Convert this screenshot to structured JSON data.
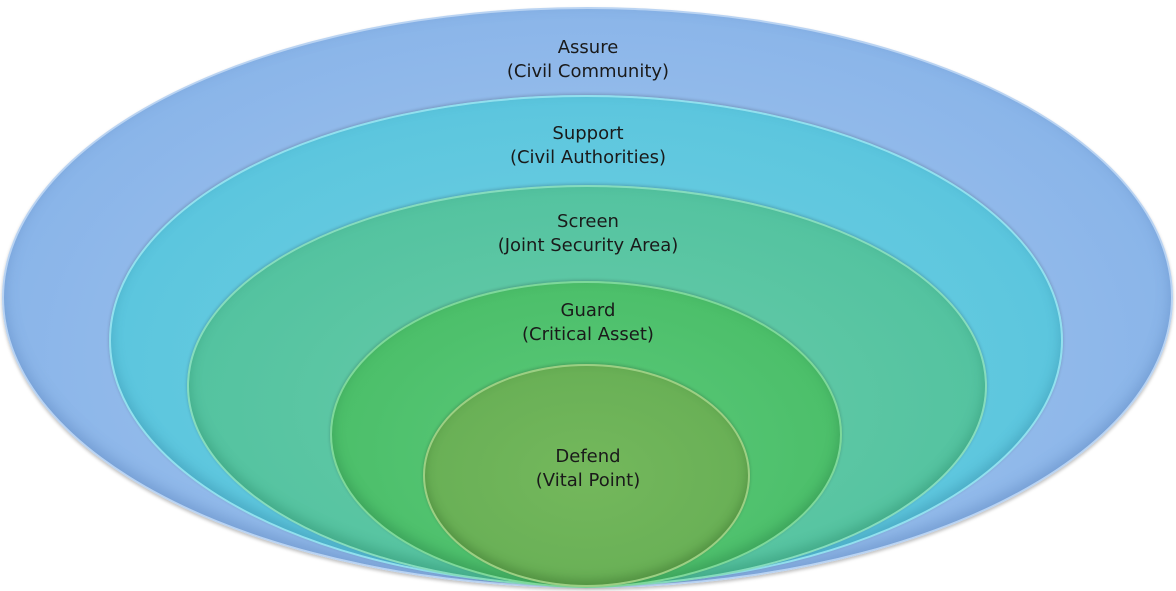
{
  "rings": [
    {
      "title": "Assure",
      "subtitle": "(Civil Community)",
      "color": "#8fb8ea"
    },
    {
      "title": "Support",
      "subtitle": "(Civil Authorities)",
      "color": "#5cc6de"
    },
    {
      "title": "Screen",
      "subtitle": "(Joint Security Area)",
      "color": "#54c3a0"
    },
    {
      "title": "Guard",
      "subtitle": "(Critical Asset)",
      "color": "#4cbf6a"
    },
    {
      "title": "Defend",
      "subtitle": "(Vital Point)",
      "color": "#69b056"
    }
  ]
}
